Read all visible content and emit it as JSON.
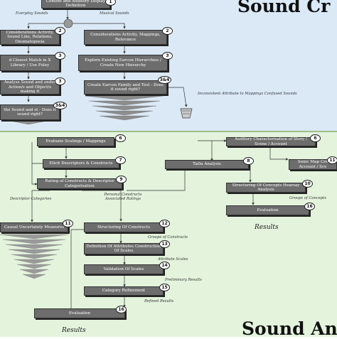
{
  "titles": {
    "top": "Sound Cr",
    "bottom": "Sound An"
  },
  "top": {
    "box_context": "Context and Auditory Display Definition",
    "label_everyday": "Everyday Sounds",
    "label_musical": "Musical Sounds",
    "box_considerations_left": "Considerations Activity, Sound Like, Relations, Onomatopoeia",
    "box_considerations_right": "Considerations Activity, Mappings, Relevance",
    "box_match": "d Closest Match in X Library / Use Foley",
    "box_explore": "Explore Existing Earcon Hierarchies / Create New Hierarchy",
    "box_analyse": "Analyse Sound and onder Action/s and Object/s making it",
    "box_create_earcon": "Create Earcon Family and Test - Does it sound right?",
    "box_does_it_sound": "the Sound and st - Does it sound right?",
    "label_inconsistent": "Inconsistent Attribute to Mappings Confused Sounds",
    "badge_context": "1",
    "badge_considerations_left": "2",
    "badge_considerations_right": "2",
    "badge_match": "3",
    "badge_explore": "3",
    "badge_analyse": "3",
    "badge_create_earcon": "3&4",
    "badge_does_it_sound": "3&4"
  },
  "bottom": {
    "box_evaluate": "Evaluate Scalings / Mappings",
    "box_elicit": "Elicit Descriptors & Constructs",
    "box_rating": "Rating of Constructs & Descriptor Categorisation",
    "label_descriptor_categories": "Descriptor Categories",
    "label_personal_constructs": "Personal Constructs Associated Ratings",
    "box_causal": "Causal Uncertainty Measures",
    "box_structuring_constructs": "Structuring Of Constructs",
    "label_groups_constructs": "Groups of Constructs",
    "box_definition": "Definition Of Attributes Construction Of Scales",
    "label_attribute_scales": "Attribute Scales",
    "box_validation": "Validation Of Scales",
    "label_preliminary_results": "Preliminary Results",
    "box_category": "Category Refinement",
    "label_refined_results": "Refined Results",
    "box_evaluation_left": "Evaluation",
    "results_left": "Results",
    "box_auditory_characterisation": "Auditory Characterisation of Story / Scene / Account",
    "box_tada": "TaDa Analysis",
    "box_sonic_map": "Sonic Map Cre Account / Sce",
    "box_structuring_concepts": "Structuring Of Concepts Hearsay Analysis",
    "label_groups_concepts": "Groups of Concepts",
    "box_evaluation_right": "Evaluation",
    "results_right": "Results",
    "badge_evaluate": "6",
    "badge_elicit": "7",
    "badge_rating": "9",
    "badge_causal": "11",
    "badge_structuring_constructs": "12",
    "badge_definition": "13",
    "badge_validation": "14",
    "badge_category": "15",
    "badge_evaluation_left": "16",
    "badge_auditory": "6",
    "badge_tada": "8",
    "badge_sonic": "11",
    "badge_structuring_concepts": "10",
    "badge_evaluation_right": "16"
  }
}
